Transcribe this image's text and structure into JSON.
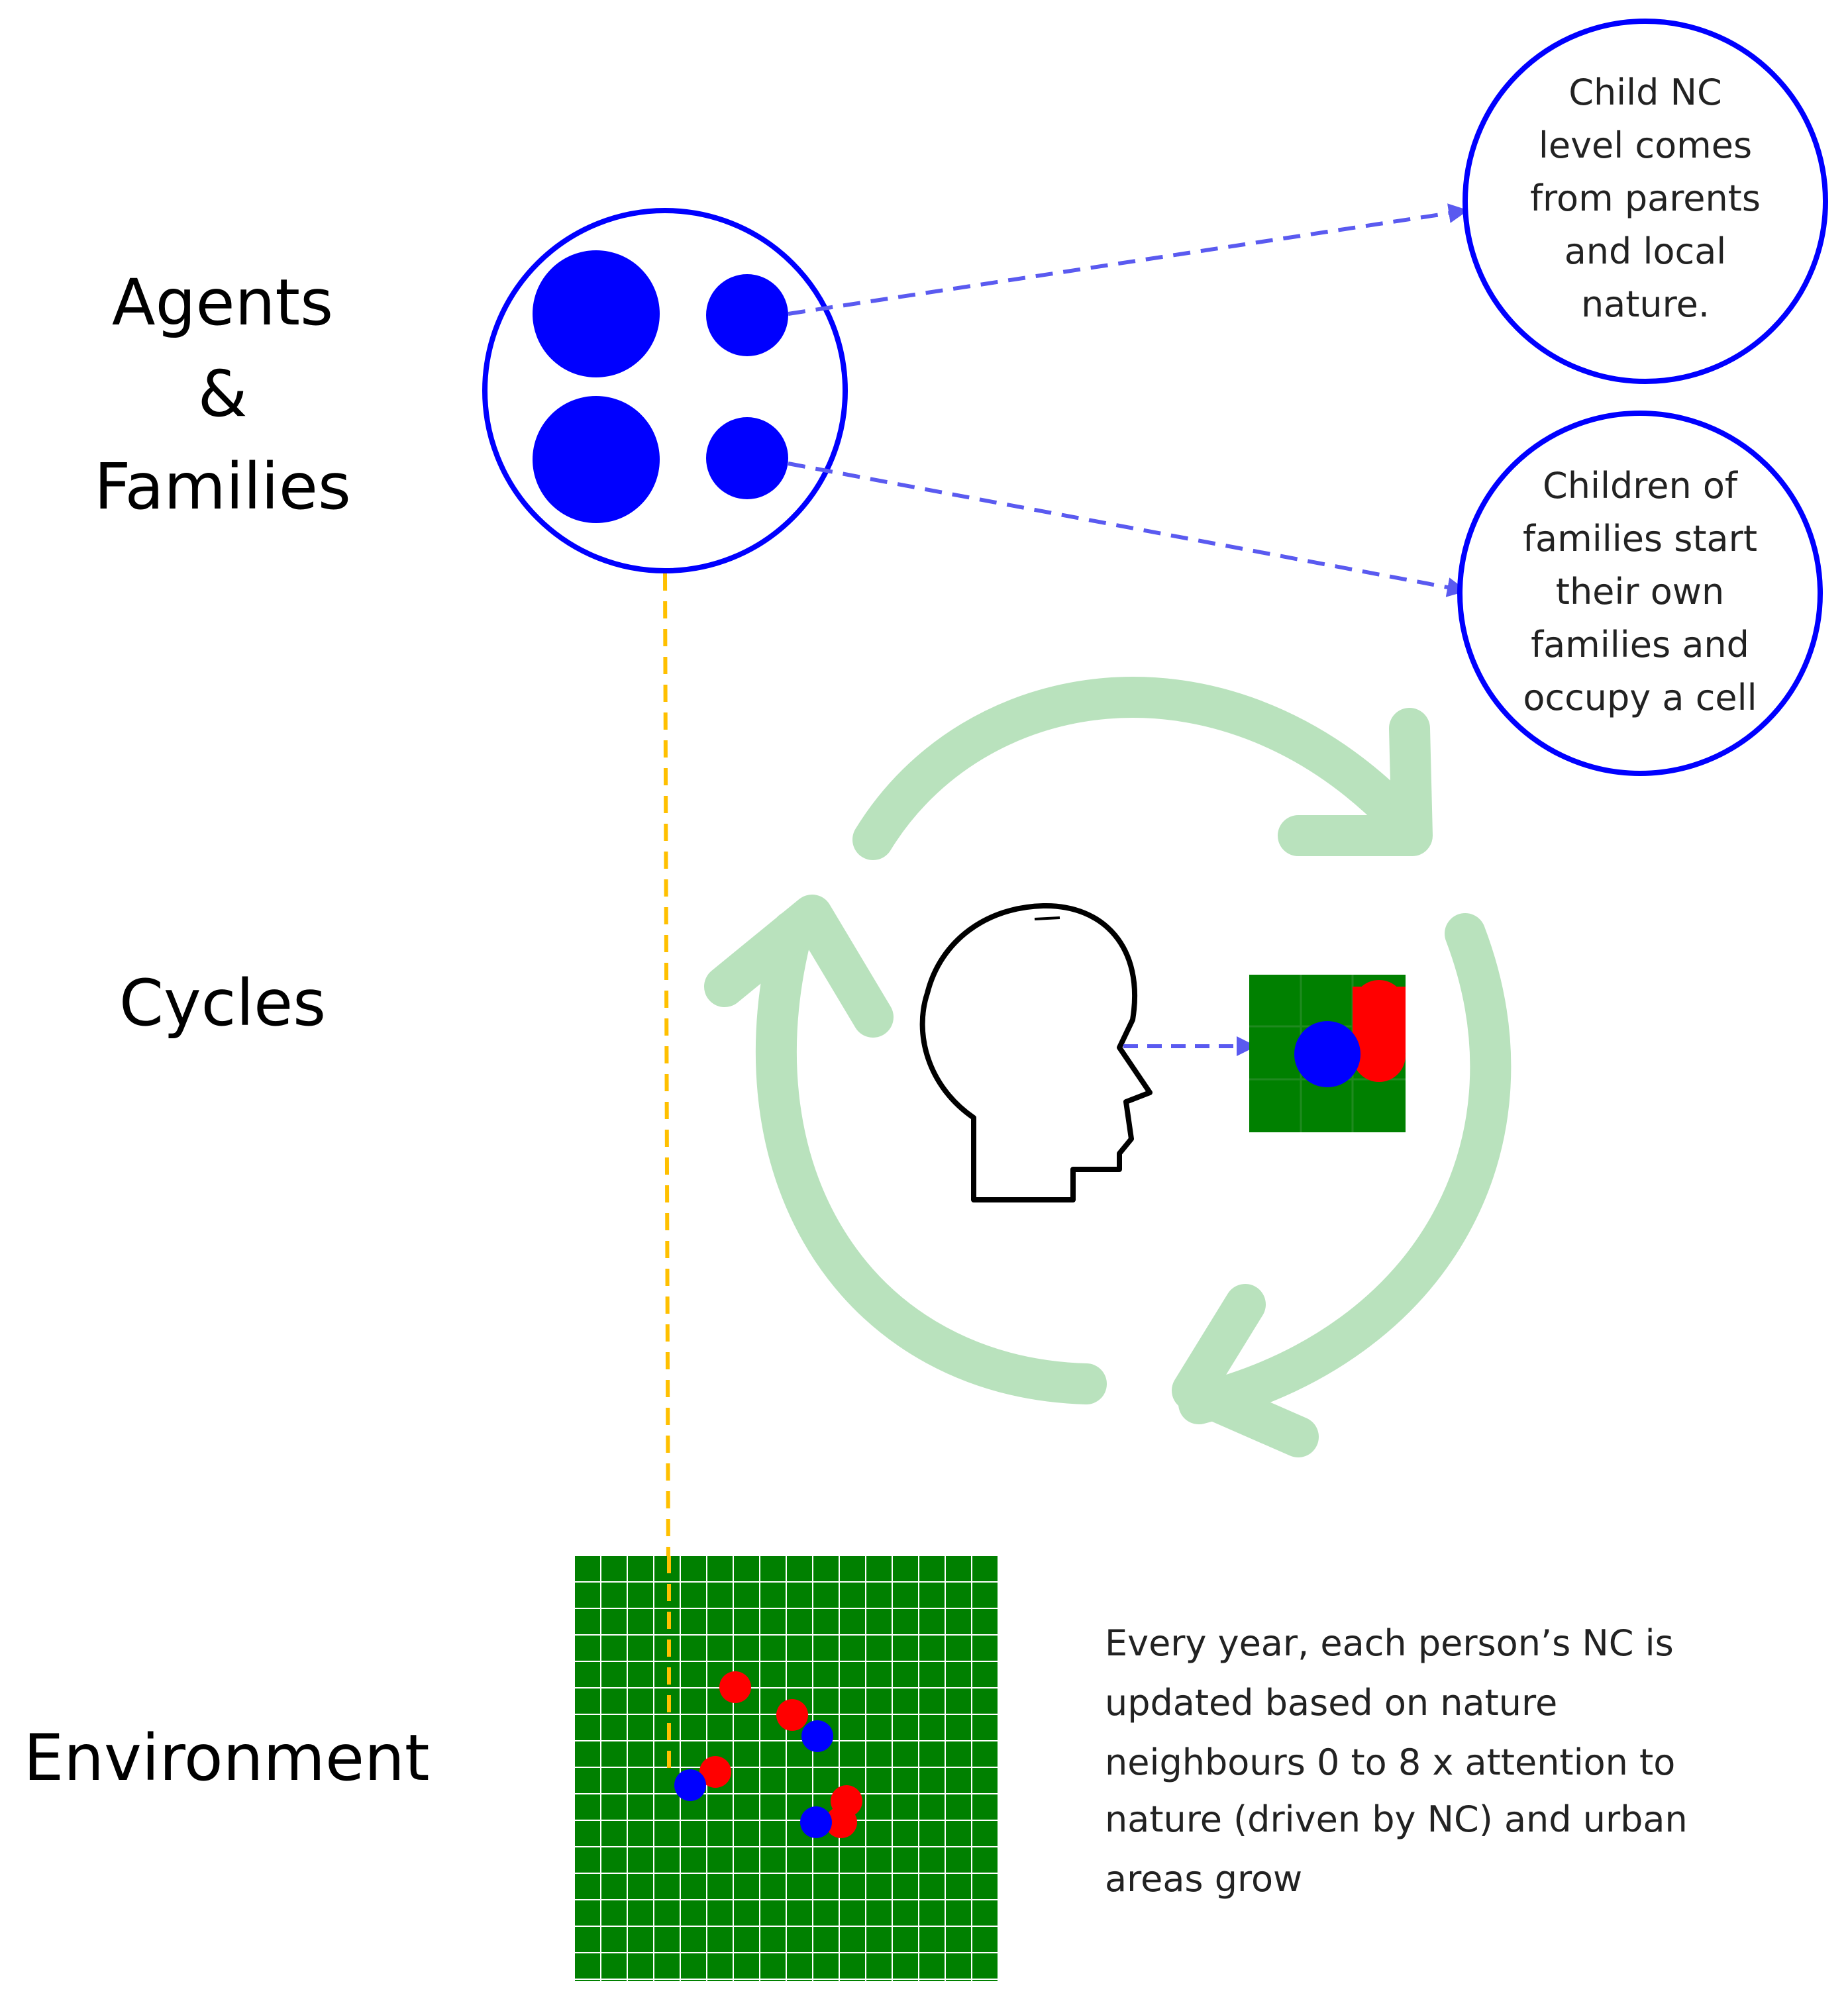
{
  "labels": {
    "agents_line1": "Agents",
    "agents_line2": "&",
    "agents_line3": "Families",
    "cycles": "Cycles",
    "environment": "Environment"
  },
  "callouts": {
    "child_nc": [
      "Child NC",
      "level comes",
      "from parents",
      "and local",
      "nature."
    ],
    "children_families": [
      "Children of",
      "families start",
      "their own",
      "families and",
      "occupy a cell"
    ]
  },
  "environment_note": [
    "Every year, each person’s NC is",
    "updated based on nature",
    "neighbours 0 to 8 x attention to",
    "nature (driven by NC) and urban",
    "areas grow"
  ],
  "colors": {
    "agent_blue": "#0000ff",
    "nature_green": "#008000",
    "urban_red": "#ff0000",
    "cycle_green": "#b9e2bd",
    "dashed_blue": "#5a5af0",
    "dashed_orange": "#ffc000"
  },
  "icons": {
    "head": "head-profile-icon",
    "cycle": "cycle-arrows-icon"
  }
}
